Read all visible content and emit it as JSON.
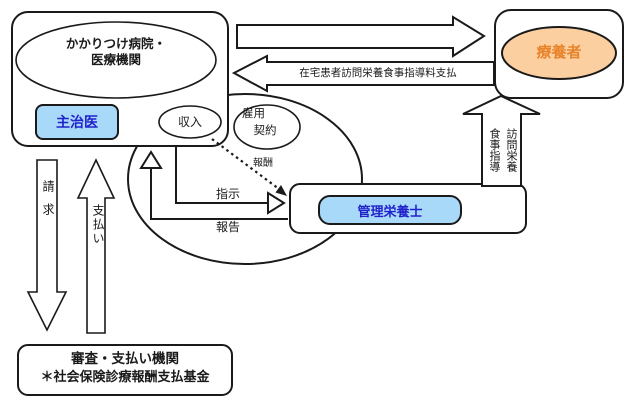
{
  "title": "在宅訪問栄養食事指導の仕組み図",
  "colors": {
    "node_blue_fill": "#A8D9F8",
    "node_blue_text": "#2222CC",
    "recipient_fill": "#FBCFA0",
    "recipient_text": "#E8842C",
    "line_color": "#1a1a1a"
  },
  "nodes": {
    "hospital": {
      "label": "かかりつけ病院・\n医療機関"
    },
    "doctor": {
      "label": "主治医"
    },
    "income": {
      "label": "収入"
    },
    "employment": {
      "label": "雇用\n　契約"
    },
    "recipient": {
      "label": "療養者"
    },
    "dietitian": {
      "label": "管理栄養士"
    },
    "review_agency": {
      "line1": "審査・支払い機関",
      "line2": "＊社会保険診療報酬支払基金"
    }
  },
  "arrows": {
    "fee_payment": {
      "label": "在宅患者訪問栄養食事指導料支払"
    },
    "visit_guidance": {
      "label": "訪問栄養\n食事指導"
    },
    "instruction": {
      "label": "指示"
    },
    "report": {
      "label": "報告"
    },
    "reward": {
      "label": "報酬"
    },
    "claim": {
      "label": "請求"
    },
    "payment": {
      "label": "支払い"
    }
  }
}
